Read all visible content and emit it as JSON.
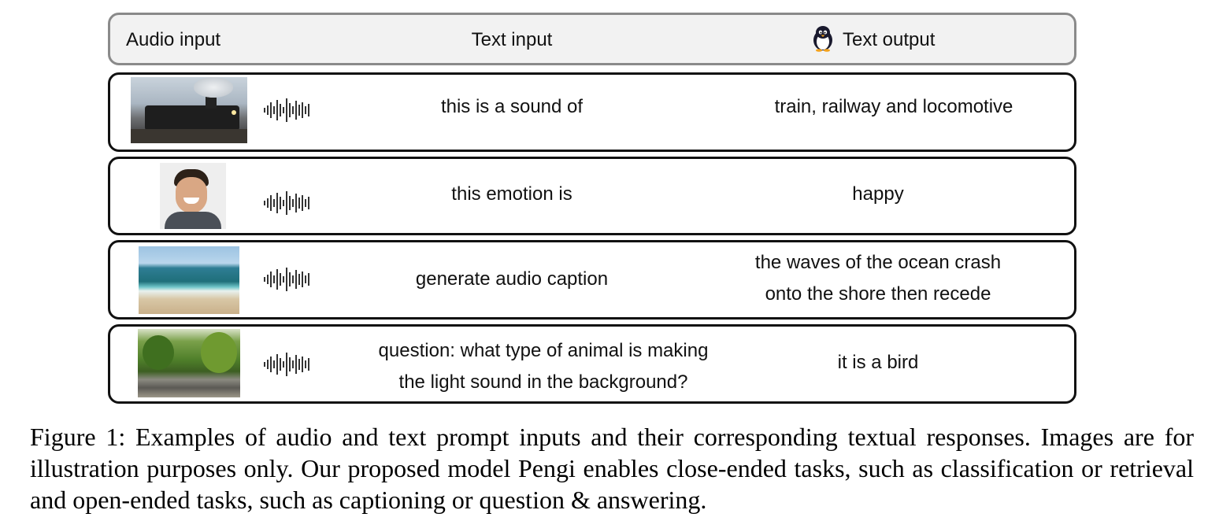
{
  "header": {
    "audio_input": "Audio input",
    "text_input": "Text input",
    "text_output": "Text output",
    "output_icon": "penguin-icon"
  },
  "rows": [
    {
      "image": "train-photo",
      "audio_icon": "waveform-icon",
      "text_input": "this is a sound of",
      "text_output": "train, railway and locomotive"
    },
    {
      "image": "laughing-man-photo",
      "audio_icon": "waveform-icon",
      "text_input": "this emotion is",
      "text_output": "happy"
    },
    {
      "image": "ocean-waves-photo",
      "audio_icon": "waveform-icon",
      "text_input": "generate audio caption",
      "text_output_lines": [
        "the waves of the ocean crash",
        "onto the shore then recede"
      ]
    },
    {
      "image": "forest-stream-photo",
      "audio_icon": "waveform-icon",
      "text_input_lines": [
        "question: what type of animal is making",
        "the light sound in the background?"
      ],
      "text_output": "it is a bird"
    }
  ],
  "caption": "Figure 1: Examples of audio and text prompt inputs and their corresponding textual responses. Images are for illustration purposes only. Our proposed model Pengi enables close-ended tasks, such as classification or retrieval and open-ended tasks, such as captioning or question & answering."
}
